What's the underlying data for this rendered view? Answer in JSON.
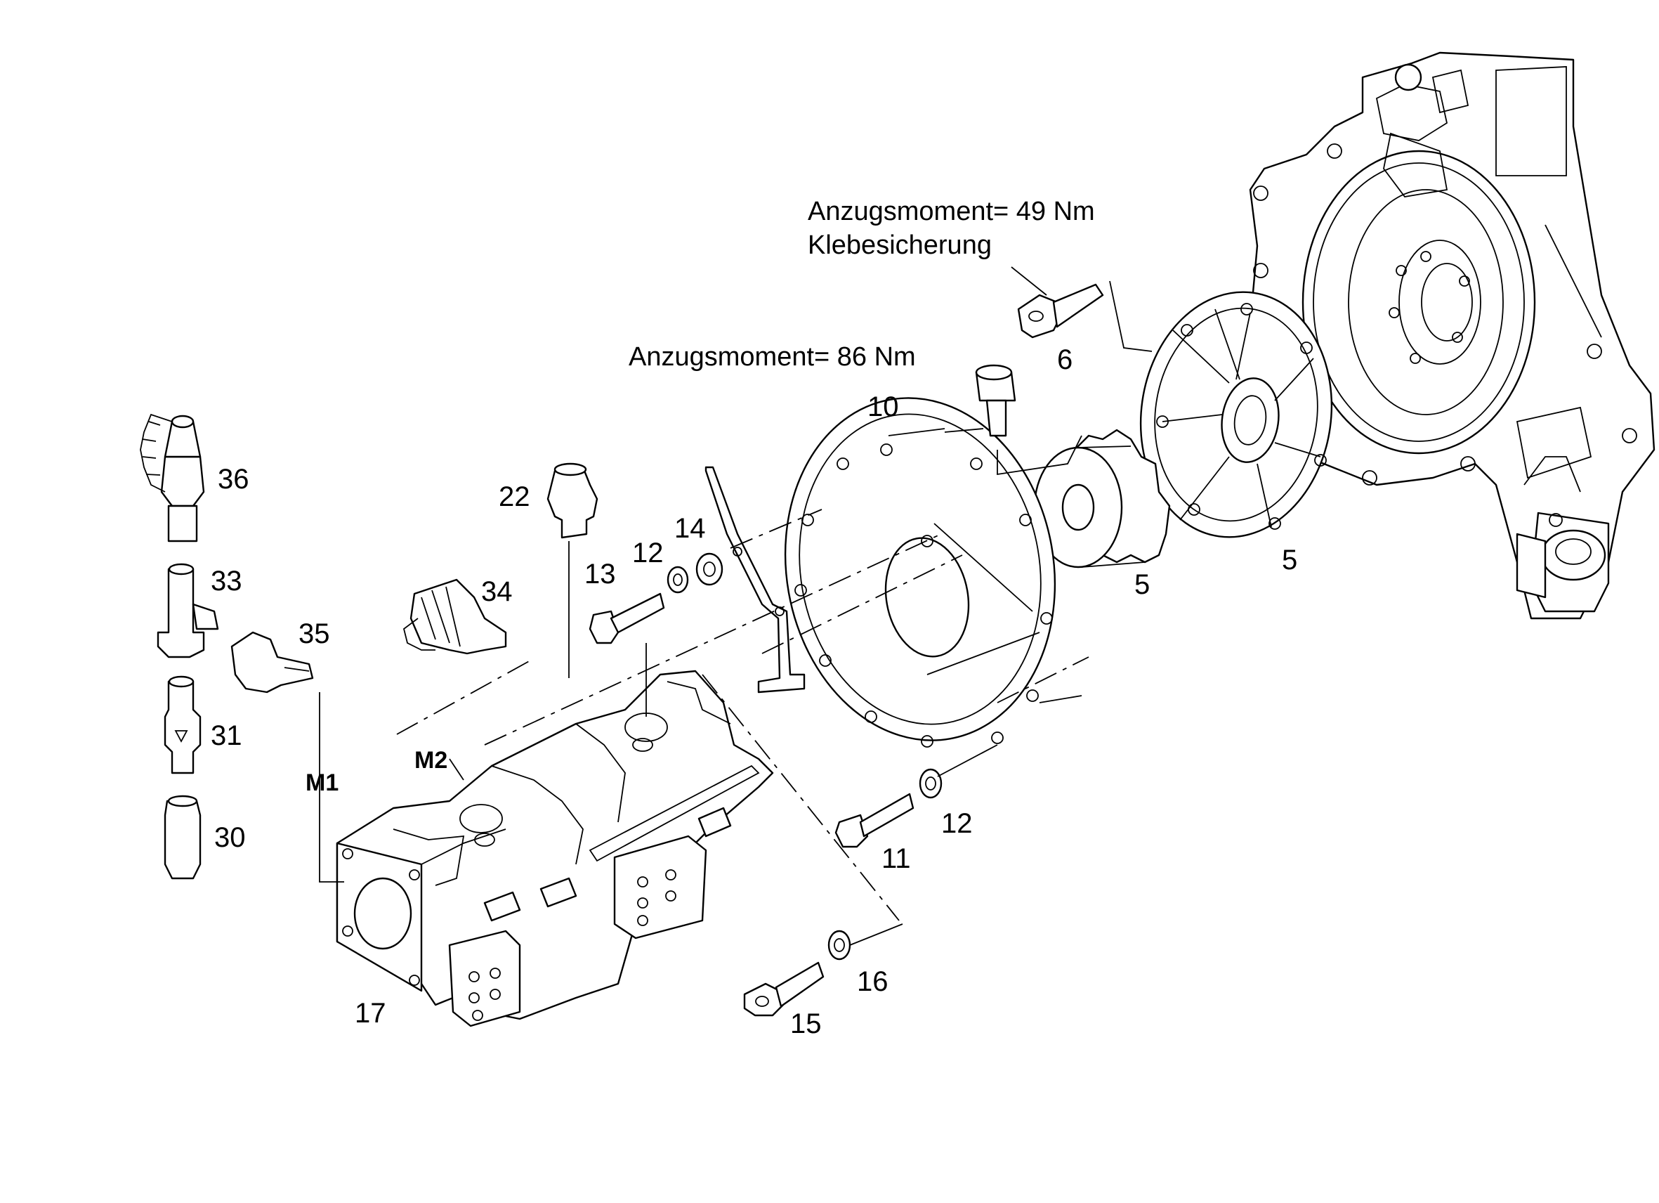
{
  "colors": {
    "line": "#000000",
    "paper": "#ffffff"
  },
  "notes": {
    "torque_49": "Anzugsmoment= 49 Nm",
    "adhesive": "Klebesicherung",
    "torque_86": "Anzugsmoment= 86 Nm"
  },
  "lines": {
    "m1": "M1",
    "m2": "M2"
  },
  "callouts": {
    "p5a": "5",
    "p5b": "5",
    "p6": "6",
    "p10": "10",
    "p11": "11",
    "p12a": "12",
    "p12b": "12",
    "p13": "13",
    "p14": "14",
    "p15": "15",
    "p16": "16",
    "p17": "17",
    "p22": "22",
    "p30": "30",
    "p31": "31",
    "p33": "33",
    "p34": "34",
    "p35": "35",
    "p36": "36"
  }
}
